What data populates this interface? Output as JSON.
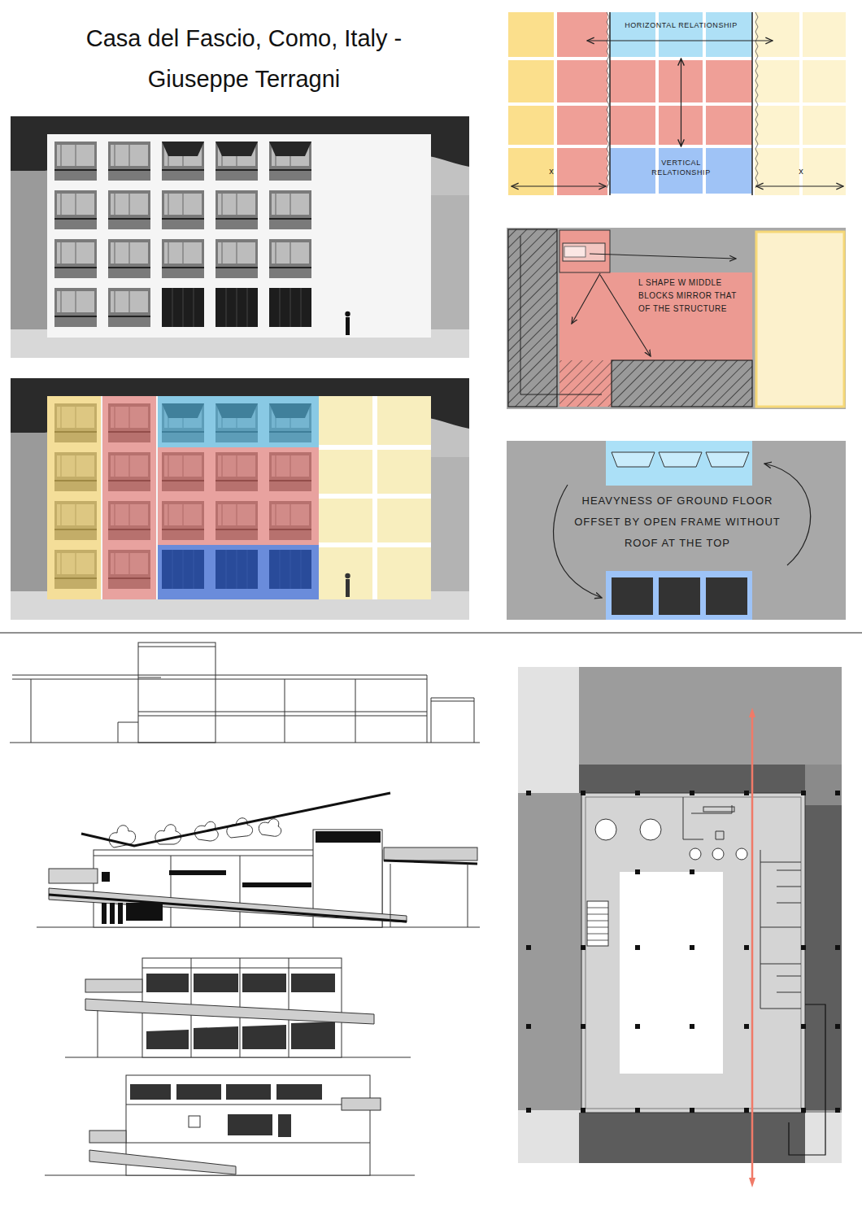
{
  "diagram": {
    "title": "Casa del Fascio, Como, Italy - Giuseppe Terragni",
    "nodes": [
      {
        "text": [
          "HORIZONTAL RELATIONSHIP"
        ]
      },
      {
        "text": [
          "VERTICAL RELATIONSHIP"
        ]
      }
    ],
    "edges": [
      {
        "from": 0,
        "to": 1,
        "arrow": "both"
      }
    ],
    "labels": [
      "x",
      "x",
      "L SHAPE W MIDDLE BLOCKS MIRROR THAT OF THE STRUCTURE",
      "HEAVYNESS OF GROUND FLOOR OFFSET BY OPEN FRAME WITHOUT ROOF AT THE TOP"
    ]
  }
}
